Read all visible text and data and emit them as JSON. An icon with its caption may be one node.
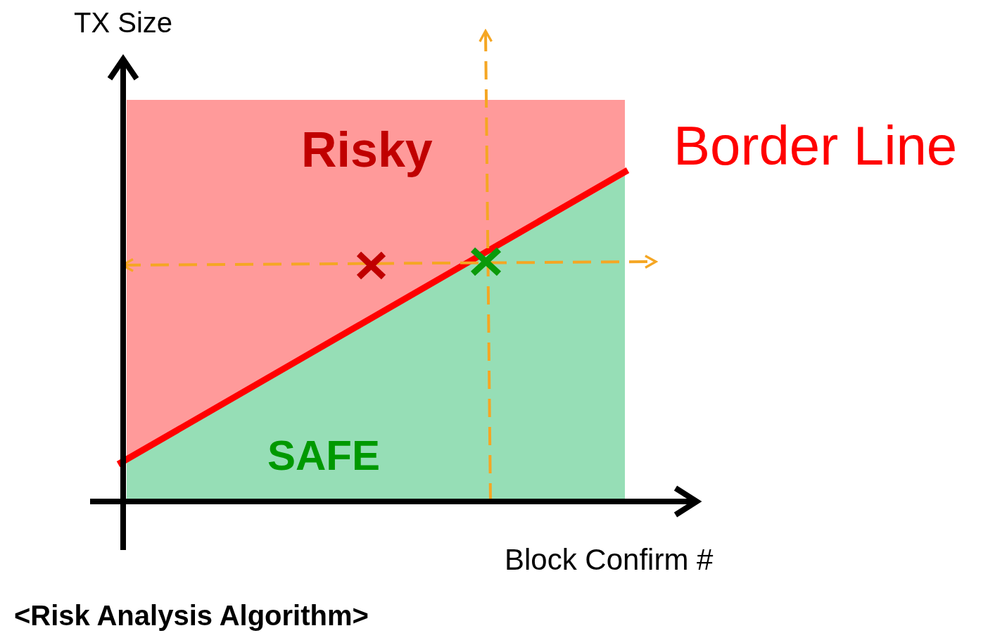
{
  "diagram": {
    "caption": "<Risk Analysis Algorithm>",
    "labels": [
      "TX Size",
      "Risky",
      "Border Line",
      "SAFE",
      "Block Confirm #"
    ]
  }
}
